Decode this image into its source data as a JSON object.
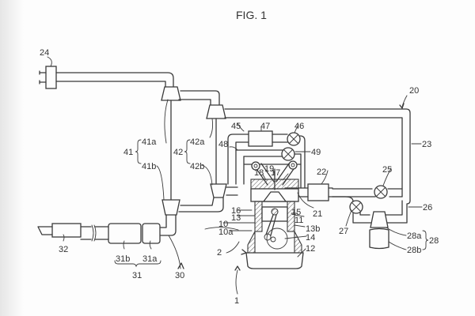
{
  "figure": {
    "title": "FIG. 1"
  },
  "labels": {
    "system": "1",
    "engine": "2",
    "cylinder_block": "10",
    "crankcase": "10a",
    "cylinder": "11",
    "oil_pan": "12",
    "piston": "13",
    "conrod": "13b",
    "crankshaft": "14",
    "cylinder_head": "15",
    "combustion_chamber": "16",
    "valve_17": "17",
    "valve_18": "18",
    "spark_plug": "19",
    "intake_system": "20",
    "intake_manifold": "21",
    "throttle": "22",
    "intake_pipe": "23",
    "air_cleaner": "24",
    "valve_25": "25",
    "bypass_26": "26",
    "valve_27": "27",
    "tank_group": "28",
    "tank_28a": "28a",
    "tank_28b": "28b",
    "exhaust_system": "30",
    "catalyst_group": "31",
    "catalyst_31a": "31a",
    "catalyst_31b": "31b",
    "muffler": "32",
    "turbo_41": "41",
    "compressor_41a": "41a",
    "turbine_41b": "41b",
    "turbo_42": "42",
    "compressor_42a": "42a",
    "turbine_42b": "42b",
    "egr_45": "45",
    "egr_valve_46": "46",
    "egr_cooler_47": "47",
    "egr_48": "48",
    "egr_valve_49": "49"
  }
}
